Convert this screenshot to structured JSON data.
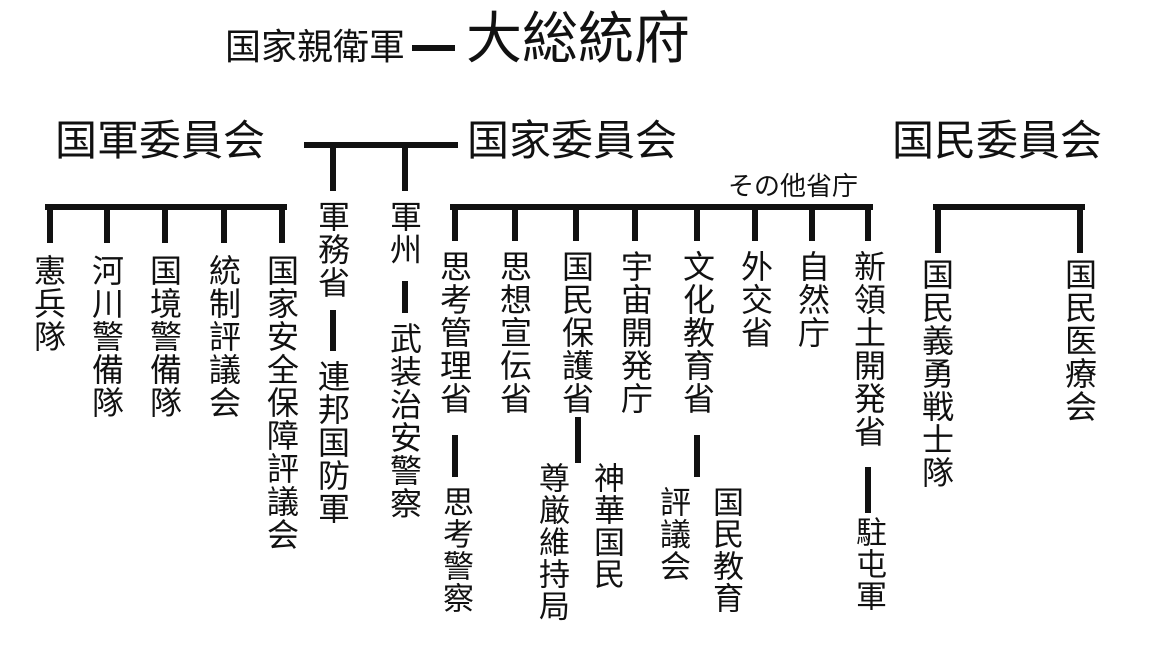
{
  "top": {
    "guard": "国家親衛軍",
    "chief": "大総統府"
  },
  "committees": {
    "military": "国軍委員会",
    "state": "国家委員会",
    "people": "国民委員会"
  },
  "other_ministries": "その他省庁",
  "military_units": [
    "憲兵隊",
    "河川警備隊",
    "国境警備隊",
    "統制評議会",
    "国家安全保障評議会"
  ],
  "middle_ministries": {
    "military_affairs": "軍務省",
    "federal_defense": "連邦国防軍",
    "military_state": "軍州",
    "armed_security": "武装治安警察"
  },
  "state_ministries": [
    "思考管理省",
    "思想宣伝省",
    "国民保護省",
    "宇宙開発庁",
    "文化教育省",
    "外交省",
    "自然庁",
    "新領土開発省"
  ],
  "state_sub_units": {
    "thought_police": "思考警察",
    "dignity_bureau": "尊厳維持局",
    "shenhua_people": "神華国民",
    "council": "評議会",
    "national_education": "国民教育",
    "garrison": "駐屯軍"
  },
  "people_orgs": [
    "国民義勇戦士隊",
    "国民医療会"
  ],
  "colors": {
    "line": "#111111",
    "text": "#111111",
    "background": "#ffffff"
  }
}
